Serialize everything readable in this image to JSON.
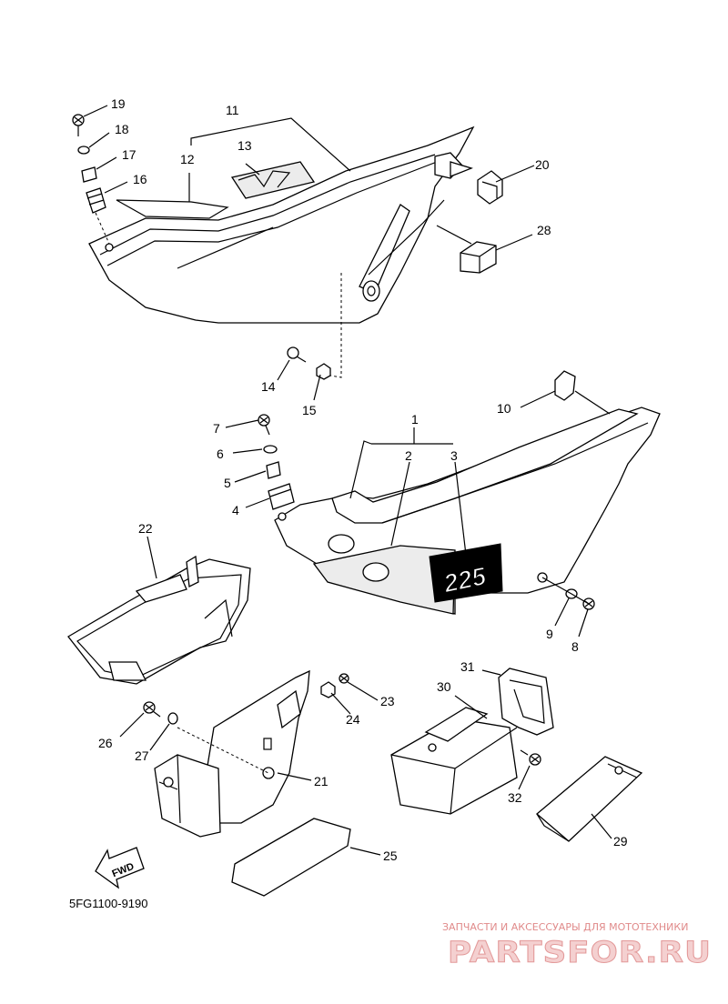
{
  "callouts": [
    "1",
    "2",
    "3",
    "4",
    "5",
    "6",
    "7",
    "8",
    "9",
    "10",
    "11",
    "12",
    "13",
    "14",
    "15",
    "16",
    "17",
    "18",
    "19",
    "20",
    "21",
    "22",
    "23",
    "24",
    "25",
    "26",
    "27",
    "28",
    "29",
    "30",
    "31",
    "32"
  ],
  "decal_text": "225",
  "fwd_label": "FWD",
  "diagram_code": "5FG1100-9190",
  "watermark": {
    "tagline": "ЗАПЧАСТИ И АКСЕССУАРЫ ДЛЯ МОТОТЕХНИКИ",
    "brand": "PARTSFOR.RU"
  },
  "colors": {
    "line": "#000000",
    "background": "#ffffff",
    "watermark": "#e08a8a"
  }
}
